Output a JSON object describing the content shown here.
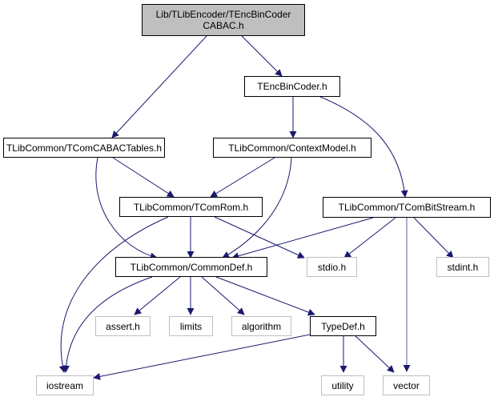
{
  "root": {
    "line1": "Lib/TLibEncoder/TEncBinCoder",
    "line2": "CABAC.h"
  },
  "nodes": {
    "tencbincoder": "TEncBinCoder.h",
    "cabactables": "TLibCommon/TComCABACTables.h",
    "contextmodel": "TLibCommon/ContextModel.h",
    "tcomrom": "TLibCommon/TComRom.h",
    "tcombitstream": "TLibCommon/TComBitStream.h",
    "commondef": "TLibCommon/CommonDef.h",
    "stdio": "stdio.h",
    "stdint": "stdint.h",
    "assert": "assert.h",
    "limits": "limits",
    "algorithm": "algorithm",
    "typedef": "TypeDef.h",
    "iostream": "iostream",
    "utility": "utility",
    "vector": "vector"
  },
  "colors": {
    "edge": "#191970",
    "edge_alt": "#5a5aa8",
    "root_fill": "#bfbfbf",
    "sys_border": "#bfbfbf"
  }
}
